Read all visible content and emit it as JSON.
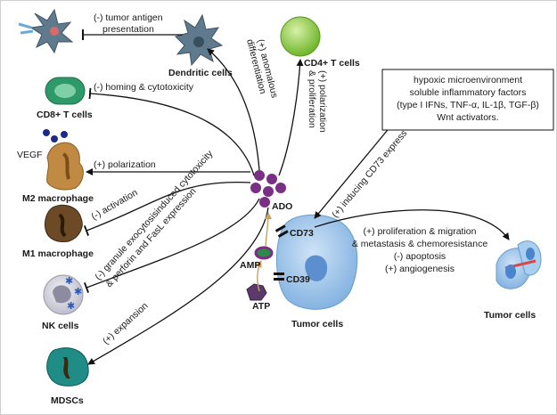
{
  "cells": {
    "dendritic": "Dendritic cells",
    "cd4": "CD4+ T cells",
    "cd8": "CD8+ T cells",
    "m2": "M2 macrophage",
    "m1": "M1 macrophage",
    "nk": "NK cells",
    "mdsc": "MDSCs",
    "tumor_center": "Tumor cells",
    "tumor_right": "Tumor cells"
  },
  "molecules": {
    "ado": "ADO",
    "amp": "AMP",
    "atp": "ATP",
    "cd73": "CD73",
    "cd39": "CD39",
    "vegf": "VEGF"
  },
  "effects": {
    "tumor_antigen_1": "(-) tumor antigen",
    "tumor_antigen_2": "presentation",
    "anomalous_1": "(+) anomalous",
    "anomalous_2": "differentiation",
    "polarization_prolif_1": "(+) polarization",
    "polarization_prolif_2": "& proliferation",
    "homing": "(-) homing & cytotoxicity",
    "m2_polarization": "(+) polarization",
    "m1_activation": "(-) activation",
    "nk_line1": "(-) granule exocytosisinduced cytotoxicity",
    "nk_line2": "& perforin and FasL expression",
    "expansion": "(+) expansion",
    "inducing_cd73": "(+) inducing CD73 express",
    "tumor_effects": [
      "(+) proliferation & migration",
      "& metastasis & chemoresistance",
      "(-) apoptosis",
      "(+) angiogenesis"
    ]
  },
  "info_box": [
    "hypoxic microenvironment",
    "soluble inflammatory factors",
    "(type I IFNs, TNF-α, IL-1β, TGF-β)",
    "Wnt activators."
  ],
  "colors": {
    "ado_purple": "#7a2e86",
    "tumor_blue": "#8ab8e6",
    "cd4_green": "#8ccc3a",
    "cd8_green": "#2e9a6a",
    "macrophage_brown": "#b07a35",
    "m1_brown": "#6b4a25",
    "nk_grey": "#c7c7d3",
    "mdsc_teal": "#1f8c86",
    "arrow_tan": "#c8a060"
  }
}
